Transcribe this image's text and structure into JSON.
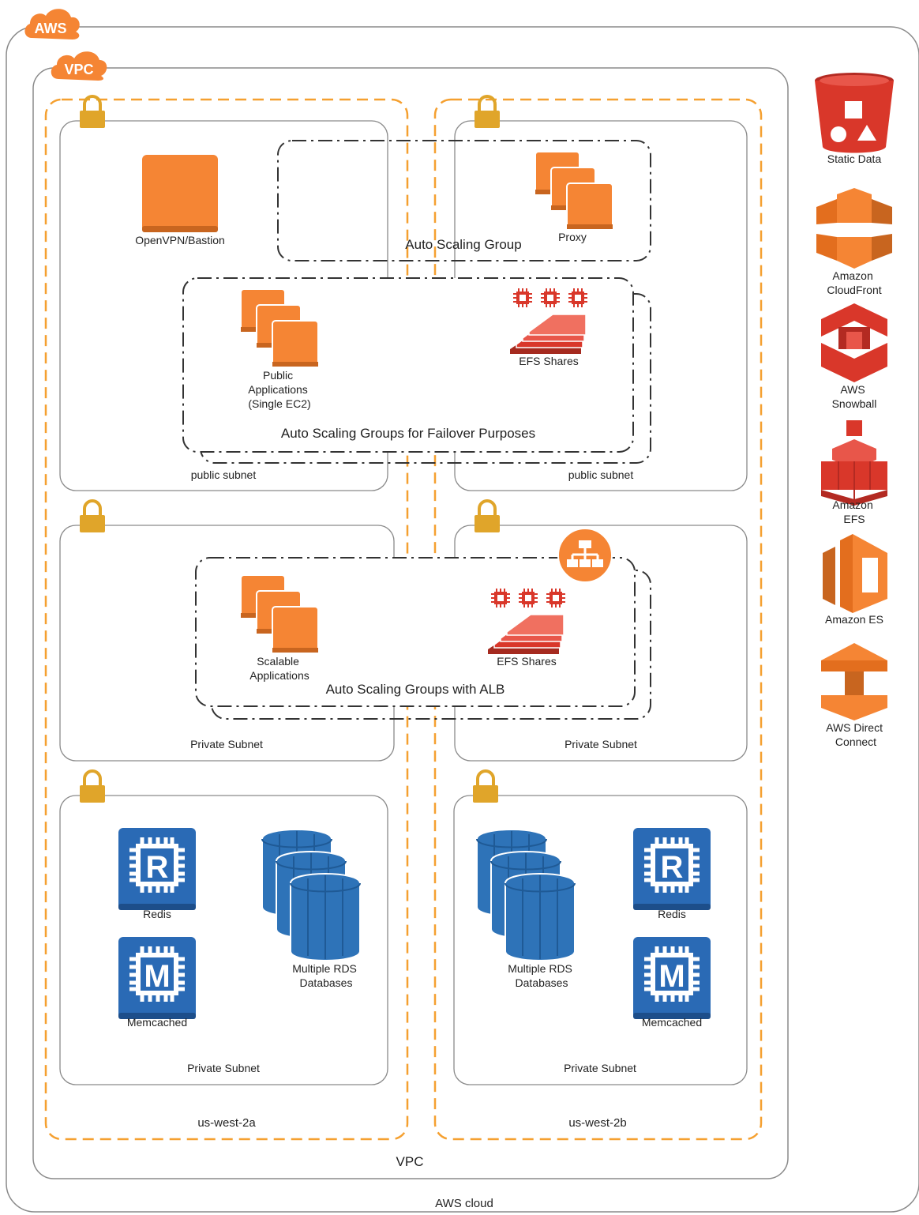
{
  "colors": {
    "aws_orange": "#F58534",
    "zone_dash": "#F5A030",
    "lock_gold": "#E0A52A",
    "rds_blue": "#2E73B8",
    "cache_blue": "#2A6AB5",
    "efs_red": "#D9372A",
    "box_border": "#8a8a8a"
  },
  "badges": {
    "aws": "AWS",
    "vpc": "VPC"
  },
  "zones": {
    "left": "us-west-2a",
    "right": "us-west-2b"
  },
  "container_labels": {
    "vpc": "VPC",
    "aws_cloud": "AWS cloud"
  },
  "subnets": {
    "public_left": "public subnet",
    "public_right": "public subnet",
    "private_mid_left": "Private Subnet",
    "private_mid_right": "Private Subnet",
    "private_bot_left": "Private Subnet",
    "private_bot_right": "Private Subnet"
  },
  "groups": {
    "top_asg": "Auto Scaling Group",
    "failover": "Auto Scaling Groups for Failover Purposes",
    "alb": "Auto Scaling Groups with ALB"
  },
  "nodes": {
    "openvpn": "OpenVPN/Bastion",
    "proxy": "Proxy",
    "public_apps": [
      "Public",
      "Applications",
      "(Single EC2)"
    ],
    "efs_top": "EFS Shares",
    "scalable_apps": [
      "Scalable",
      "Applications"
    ],
    "efs_mid": "EFS Shares",
    "redis_left": "Redis",
    "memcached_left": "Memcached",
    "rds_left": [
      "Multiple RDS",
      "Databases"
    ],
    "redis_right": "Redis",
    "memcached_right": "Memcached",
    "rds_right": [
      "Multiple RDS",
      "Databases"
    ]
  },
  "icon_glyphs": {
    "redis": "R",
    "memcached": "M"
  },
  "sidebar": [
    {
      "icon": "s3-bucket-icon",
      "label": [
        "Static Data"
      ]
    },
    {
      "icon": "cloudfront-icon",
      "label": [
        "Amazon",
        "CloudFront"
      ]
    },
    {
      "icon": "snowball-icon",
      "label": [
        "AWS",
        "Snowball"
      ]
    },
    {
      "icon": "efs-icon",
      "label": [
        "Amazon",
        "EFS"
      ]
    },
    {
      "icon": "elasticsearch-icon",
      "label": [
        "Amazon ES"
      ]
    },
    {
      "icon": "direct-connect-icon",
      "label": [
        "AWS Direct",
        "Connect"
      ]
    }
  ]
}
